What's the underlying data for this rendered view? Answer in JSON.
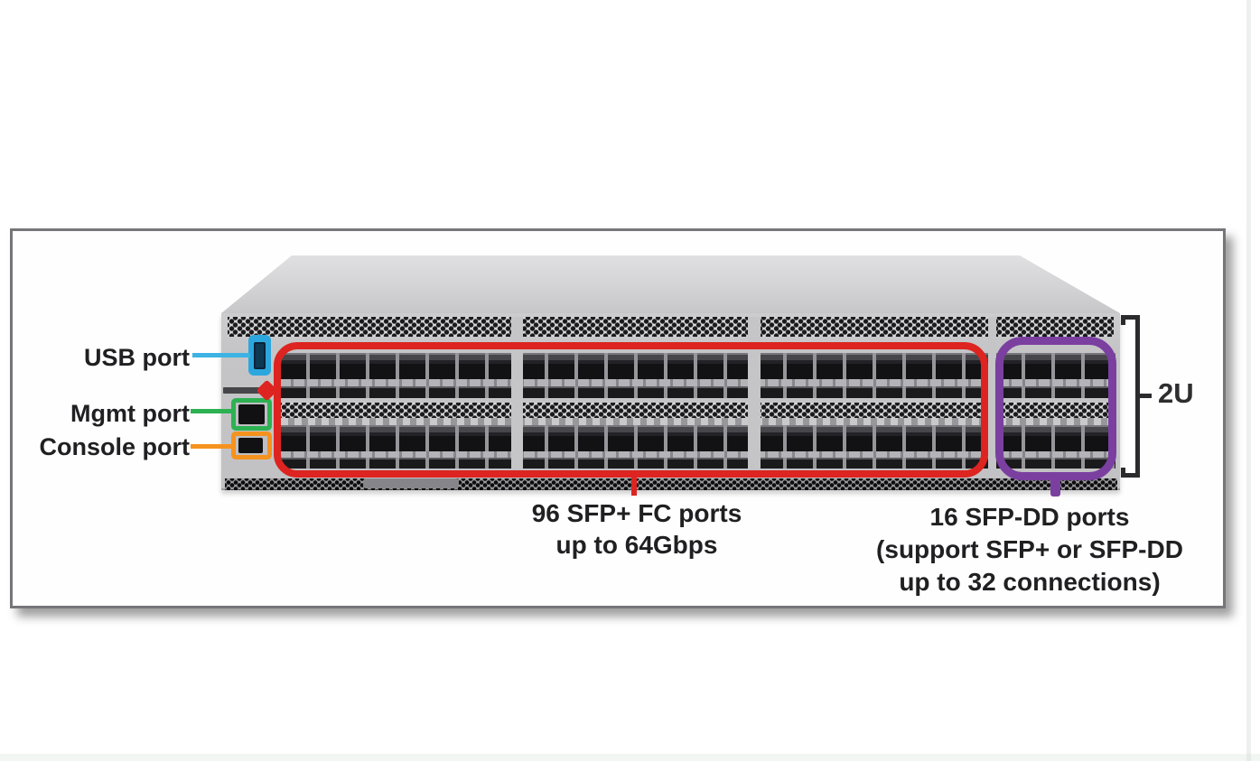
{
  "labels": {
    "usb": "USB port",
    "mgmt": "Mgmt port",
    "console": "Console port",
    "size": "2U"
  },
  "annotations": {
    "fc": {
      "line1": "96 SFP+ FC ports",
      "line2": "up to 64Gbps"
    },
    "sfpdd": {
      "line1": "16 SFP-DD ports",
      "line2": "(support SFP+ or SFP-DD",
      "line3": "up to 32 connections)"
    }
  },
  "colors": {
    "usb_highlight": "#2ca7de",
    "mgmt_highlight": "#2db152",
    "console_highlight": "#f6921e",
    "fc_ports_outline": "#dd2420",
    "sfpdd_ports_outline": "#7b3fa0",
    "bracket": "#2b2b2d"
  }
}
